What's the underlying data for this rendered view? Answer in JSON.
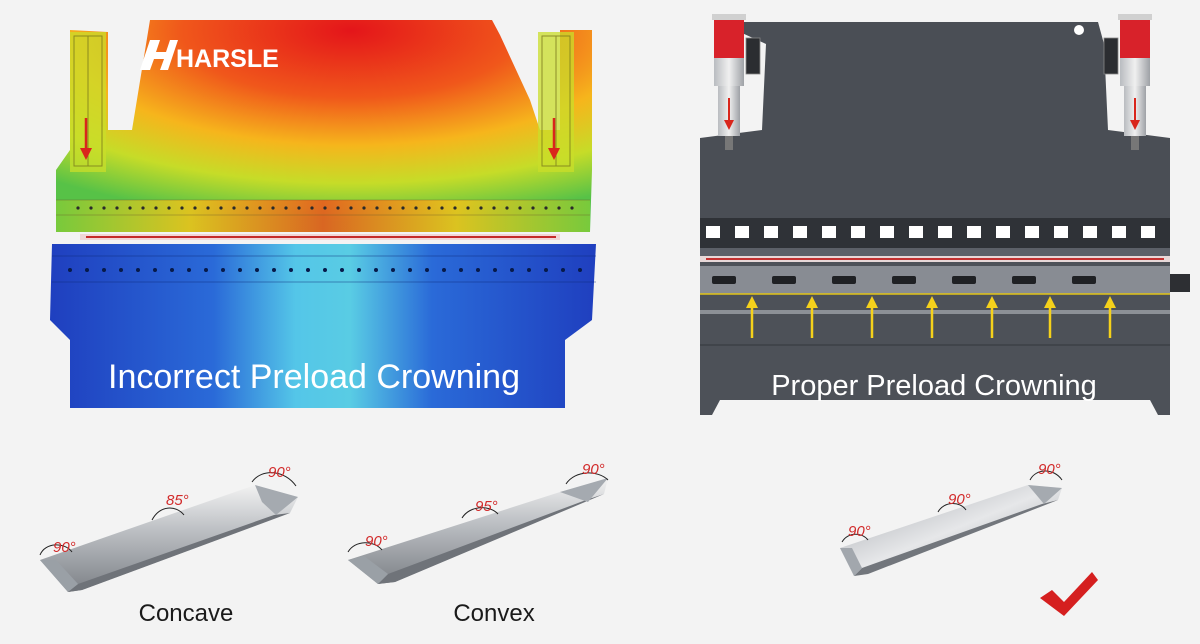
{
  "brand": {
    "name": "HARSLE"
  },
  "left_panel": {
    "caption": "Incorrect Preload Crowning",
    "theme": "heatmap"
  },
  "right_panel": {
    "caption": "Proper  Preload Crowning",
    "theme": "dark"
  },
  "samples": [
    {
      "label": "Concave",
      "angles": {
        "left": "90°",
        "middle": "85°",
        "right": "90°"
      }
    },
    {
      "label": "Convex",
      "angles": {
        "left": "90°",
        "middle": "95°",
        "right": "90°"
      }
    },
    {
      "label": "",
      "angles": {
        "left": "90°",
        "middle": "90°",
        "right": "90°"
      },
      "correct": true
    }
  ],
  "colors": {
    "heat_top": "#e8231c",
    "heat_mid": "#f2c419",
    "heat_green": "#6fc63a",
    "bed_blue": "#1d47c7",
    "machine_dark": "#4a4e55",
    "arrow_red": "#d9261c",
    "arrow_yellow": "#f5d11b",
    "check_red": "#d51f1f"
  }
}
